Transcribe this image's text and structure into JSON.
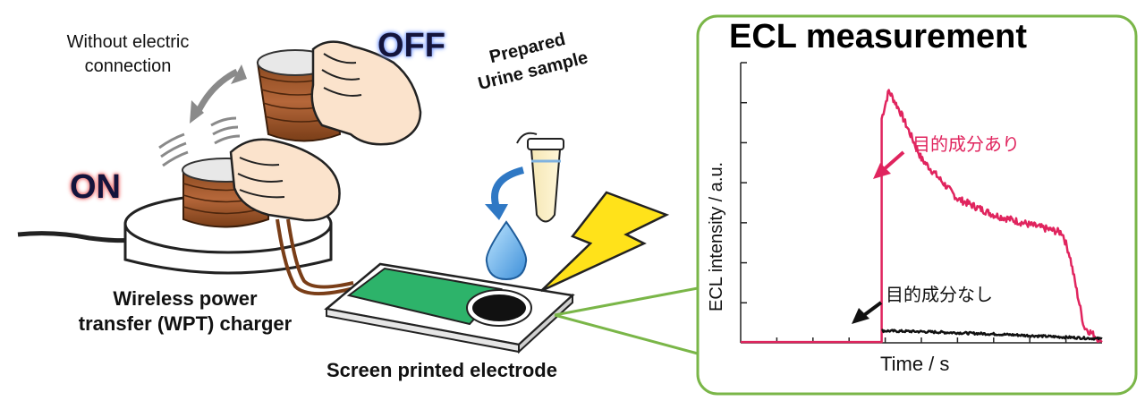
{
  "labels": {
    "no_connection": [
      "Without electric",
      "connection"
    ],
    "off": "OFF",
    "on": "ON",
    "sample": [
      "Prepared",
      "Urine sample"
    ],
    "charger": [
      "Wireless power",
      "transfer (WPT) charger"
    ],
    "electrode": "Screen printed electrode"
  },
  "panel": {
    "title": "ECL measurement",
    "border_color": "#7ab648"
  },
  "chart_data": {
    "type": "line",
    "title": "ECL measurement",
    "xlabel": "Time / s",
    "ylabel": "ECL intensity / a.u.",
    "grid": false,
    "ylim": [
      0,
      7
    ],
    "xlim": [
      0,
      10
    ],
    "series": [
      {
        "name": "目的成分あり",
        "color": "#e0245e",
        "x": [
          0,
          3.9,
          3.9,
          4.1,
          4.4,
          5.0,
          6.0,
          7.0,
          8.0,
          8.9,
          9.1,
          9.5,
          10.0
        ],
        "y": [
          0.02,
          0.02,
          5.6,
          6.3,
          5.8,
          4.6,
          3.6,
          3.2,
          2.95,
          2.75,
          2.2,
          0.4,
          0.02
        ]
      },
      {
        "name": "目的成分なし",
        "color": "#111111",
        "x": [
          3.9,
          5,
          6,
          7,
          8,
          9,
          10
        ],
        "y": [
          0.3,
          0.28,
          0.25,
          0.22,
          0.18,
          0.14,
          0.1
        ]
      }
    ],
    "annotations": [
      "目的成分あり",
      "目的成分なし"
    ]
  }
}
